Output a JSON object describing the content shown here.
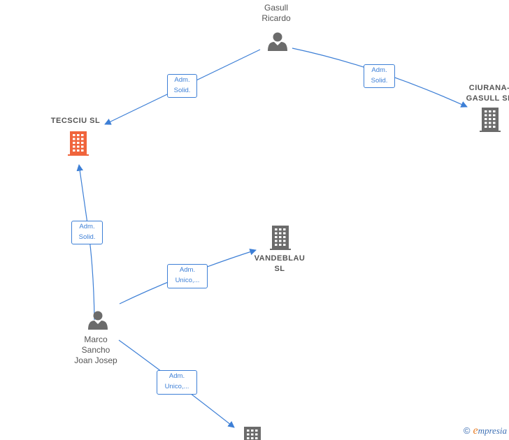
{
  "nodes": {
    "gasull_ricardo": {
      "type": "person",
      "lines": [
        "Gasull",
        "Ricardo"
      ]
    },
    "tecsciu_sl": {
      "type": "company",
      "highlighted": true,
      "lines": [
        "TECSCIU  SL"
      ]
    },
    "ciurana_gasull_sl": {
      "type": "company",
      "lines": [
        "CIURANA-",
        "GASULL SL"
      ]
    },
    "vandeblau_sl": {
      "type": "company",
      "lines": [
        "VANDEBLAU",
        "SL"
      ]
    },
    "marco_sancho": {
      "type": "person",
      "lines": [
        "Marco",
        "Sancho",
        "Joan Josep"
      ]
    },
    "bottom_company": {
      "type": "company",
      "lines": []
    }
  },
  "edges": [
    {
      "from": "gasull_ricardo",
      "to": "tecsciu_sl",
      "label": [
        "Adm.",
        "Solid."
      ]
    },
    {
      "from": "gasull_ricardo",
      "to": "ciurana_gasull_sl",
      "label": [
        "Adm.",
        "Solid."
      ]
    },
    {
      "from": "marco_sancho",
      "to": "tecsciu_sl",
      "label": [
        "Adm.",
        "Solid."
      ]
    },
    {
      "from": "marco_sancho",
      "to": "vandeblau_sl",
      "label": [
        "Adm.",
        "Unico,..."
      ]
    },
    {
      "from": "marco_sancho",
      "to": "bottom_company",
      "label": [
        "Adm.",
        "Unico,..."
      ]
    }
  ],
  "colors": {
    "edge": "#3d7fd6",
    "icon": "#6b6b6b",
    "highlight": "#f0643c",
    "text": "#555555"
  },
  "icons": {
    "person": "person-icon",
    "company": "building-icon"
  },
  "brand": {
    "copyright": "©",
    "first_letter": "e",
    "rest": "mpresia"
  }
}
